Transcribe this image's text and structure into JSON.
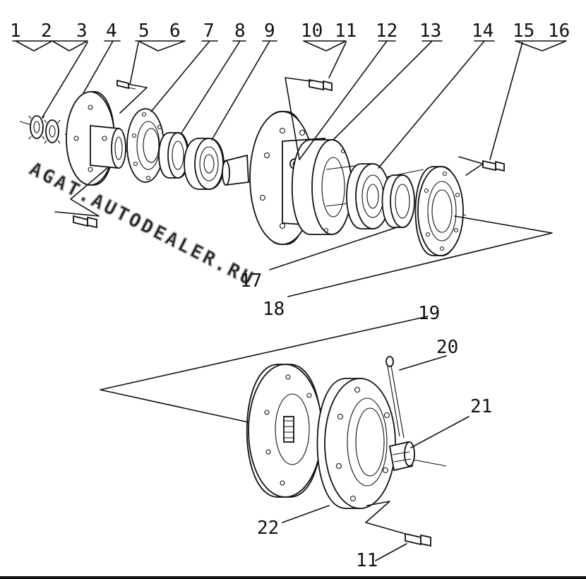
{
  "callouts": [
    {
      "id": "1",
      "label": "1"
    },
    {
      "id": "2",
      "label": "2"
    },
    {
      "id": "3",
      "label": "3"
    },
    {
      "id": "4",
      "label": "4"
    },
    {
      "id": "5",
      "label": "5"
    },
    {
      "id": "6",
      "label": "6"
    },
    {
      "id": "7",
      "label": "7"
    },
    {
      "id": "8",
      "label": "8"
    },
    {
      "id": "9",
      "label": "9"
    },
    {
      "id": "10",
      "label": "10"
    },
    {
      "id": "11",
      "label": "11"
    },
    {
      "id": "12",
      "label": "12"
    },
    {
      "id": "13",
      "label": "13"
    },
    {
      "id": "14",
      "label": "14"
    },
    {
      "id": "15",
      "label": "15"
    },
    {
      "id": "16",
      "label": "16"
    },
    {
      "id": "17",
      "label": "17"
    },
    {
      "id": "18",
      "label": "18"
    },
    {
      "id": "19",
      "label": "19"
    },
    {
      "id": "20",
      "label": "20"
    },
    {
      "id": "21",
      "label": "21"
    },
    {
      "id": "22",
      "label": "22"
    },
    {
      "id": "11b",
      "label": "11"
    }
  ],
  "watermark": "AGAT.AUTODEALER.RU",
  "colors": {
    "ink": "#111111",
    "watermark": "#9a9a9a",
    "background": "#ffffff"
  }
}
